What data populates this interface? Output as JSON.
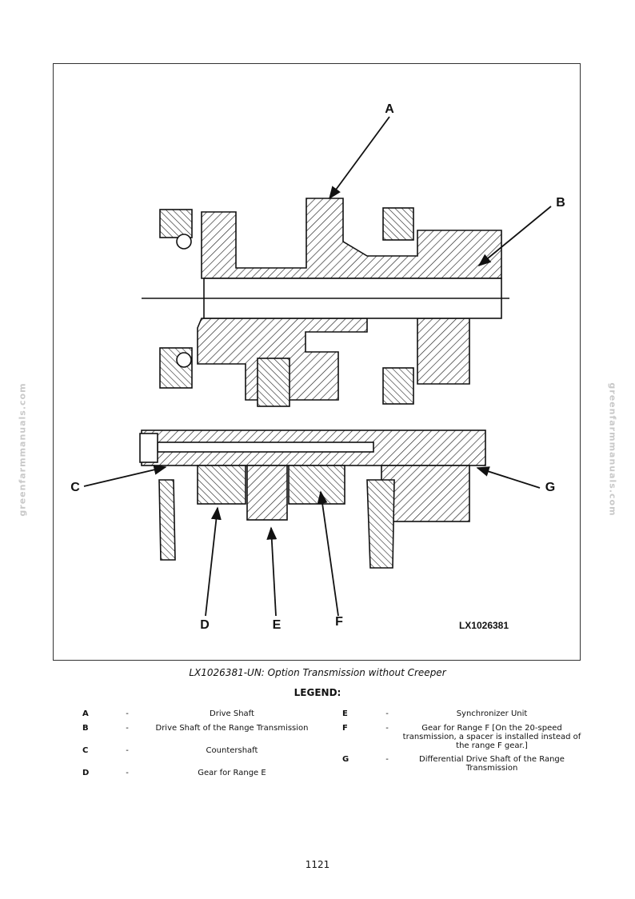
{
  "watermark": "greenfarmmanuals.com",
  "figure": {
    "callouts": {
      "a": "A",
      "b": "B",
      "c": "C",
      "d": "D",
      "e": "E",
      "f": "F",
      "g": "G"
    },
    "figure_id": "LX1026381"
  },
  "caption": "LX1026381-UN: Option Transmission without Creeper",
  "legend": {
    "title": "LEGEND:",
    "left": [
      {
        "key": "A",
        "dash": "-",
        "desc": "Drive Shaft"
      },
      {
        "key": "B",
        "dash": "-",
        "desc": "Drive Shaft of the Range Transmission"
      },
      {
        "key": "C",
        "dash": "-",
        "desc": "Countershaft"
      },
      {
        "key": "D",
        "dash": "-",
        "desc": "Gear for Range E"
      }
    ],
    "right": [
      {
        "key": "E",
        "dash": "-",
        "desc": "Synchronizer Unit"
      },
      {
        "key": "F",
        "dash": "-",
        "desc": "Gear for Range F [On the 20-speed transmission, a spacer is installed instead of the range F gear.]"
      },
      {
        "key": "G",
        "dash": "-",
        "desc": "Differential Drive Shaft of the Range Transmission"
      }
    ]
  },
  "page_number": "1121"
}
